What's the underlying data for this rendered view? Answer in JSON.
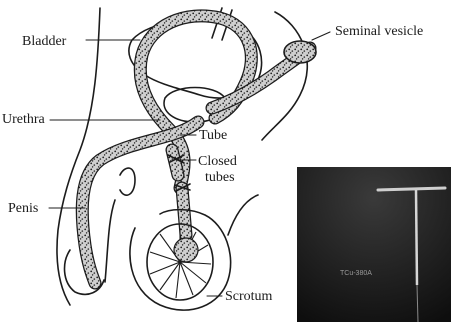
{
  "labels": {
    "bladder": "Bladder",
    "seminal_vesicle": "Seminal vesicle",
    "urethra": "Urethra",
    "tube": "Tube",
    "closed_tubes_line1": "Closed",
    "closed_tubes_line2": "tubes",
    "penis": "Penis",
    "scrotum": "Scrotum"
  },
  "inset_photo": {
    "caption": "TCu-380A"
  }
}
